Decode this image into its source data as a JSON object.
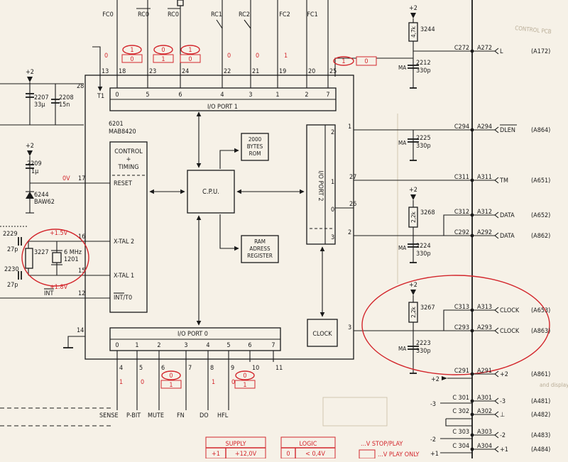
{
  "top_signals": [
    "FC0",
    "RC0",
    "RC0",
    "RC1",
    "RC2",
    "FC2",
    "FC1"
  ],
  "top_pins": [
    "13",
    "18",
    "23",
    "24",
    "22",
    "21",
    "19",
    "20",
    "25"
  ],
  "port1_bits": [
    "0",
    "5",
    "6",
    "4",
    "3",
    "1",
    "2",
    "7"
  ],
  "port1_label": "I/O PORT 1",
  "port0_label": "I/O PORT 0",
  "port0_bits": [
    "0",
    "1",
    "2",
    "3",
    "4",
    "5",
    "6",
    "7"
  ],
  "port0_pins": [
    "4",
    "5",
    "6",
    "7",
    "8",
    "9",
    "10",
    "11"
  ],
  "port2_label": "I/O PORT 2",
  "port2_bits": [
    "2",
    "1",
    "0",
    "3"
  ],
  "port2_pins": [
    "1",
    "27",
    "26",
    "2"
  ],
  "ic": {
    "ref": "6201",
    "part": "MAB8420",
    "pin_28": "28",
    "pin_t1": "T1",
    "pin_14": "14",
    "pin_3": "3"
  },
  "control": {
    "title_1": "CONTROL",
    "title_2": "+",
    "title_3": "TIMING",
    "reset": "RESET",
    "xtal2": "X-TAL 2",
    "xtal1": "X-TAL 1",
    "int": "INT/T0",
    "pin_17": "17",
    "pin_16": "16",
    "pin_15": "15",
    "pin_12": "12"
  },
  "blocks": {
    "cpu": "C.P.U.",
    "rom_1": "2000",
    "rom_2": "BYTES",
    "rom_3": "ROM",
    "ram_1": "RAM",
    "ram_2": "ADRESS",
    "ram_3": "REGISTER",
    "clock": "CLOCK"
  },
  "left_parts": {
    "c2207": "2207",
    "c2207v": "33µ",
    "c2208": "2208",
    "c2208v": "15n",
    "c2209": "2209",
    "c2209v": "1µ",
    "d6244": "6244",
    "d6244v": "BAW62",
    "c2229": "2229",
    "c2229v": "27p",
    "c2230": "2230",
    "c2230v": "27p",
    "r3227": "3227",
    "x1201": "1201",
    "x1201v": "6 MHz",
    "int": "INT",
    "v_plus2a": "+2",
    "v_plus2b": "+2",
    "v_0v": "0V",
    "v_15": "+1.5V",
    "v_18": "+1.8V"
  },
  "right_parts": {
    "r3244": "3244",
    "r3244v": "4,7k",
    "c2212": "2212",
    "c2212v": "330p",
    "c2225": "2225",
    "c2225v": "330p",
    "r3268": "3268",
    "r3268v": "2,2k",
    "c2224": "2224",
    "c2224v": "330p",
    "r3267": "3267",
    "r3267v": "2,2k",
    "c2223": "2223",
    "c2223v": "330p",
    "plus2": "+2",
    "ma": "MA"
  },
  "connectors": [
    {
      "c": "C272",
      "a": "A272",
      "sig": "L",
      "ref": "(A172)"
    },
    {
      "c": "C294",
      "a": "A294",
      "sig": "DLEN",
      "ref": "(A864)"
    },
    {
      "c": "C311",
      "a": "A311",
      "sig": "TM",
      "ref": "(A651)"
    },
    {
      "c": "C312",
      "a": "A312",
      "sig": "DATA",
      "ref": "(A652)"
    },
    {
      "c": "C292",
      "a": "A292",
      "sig": "DATA",
      "ref": "(A862)"
    },
    {
      "c": "C313",
      "a": "A313",
      "sig": "CLOCK",
      "ref": "(A653)"
    },
    {
      "c": "C293",
      "a": "A293",
      "sig": "CLOCK",
      "ref": "(A863)"
    },
    {
      "c": "C291",
      "a": "A291",
      "sig": "+2",
      "ref": "(A861)"
    },
    {
      "c": "C 301",
      "a": "A301",
      "sig": "-3",
      "ref": "(A481)"
    },
    {
      "c": "C 302",
      "a": "A302",
      "sig": "⊥",
      "ref": "(A482)"
    },
    {
      "c": "C 303",
      "a": "A303",
      "sig": "-2",
      "ref": "(A483)"
    },
    {
      "c": "C 304",
      "a": "A304",
      "sig": "+1",
      "ref": "(A484)"
    }
  ],
  "rail_left": {
    "plus2": "+2",
    "minus3": "-3",
    "minus2": "-2",
    "plus1": "+1"
  },
  "bottom_labels": [
    "SENSE",
    "P-BIT",
    "MUTE",
    "FN",
    "DO",
    "HFL"
  ],
  "logic_levels": {
    "top": [
      [
        "1",
        "0"
      ],
      [
        "0",
        "1"
      ],
      [
        "1",
        "0"
      ]
    ],
    "top_single": [
      "0",
      "0",
      "0",
      "1"
    ],
    "rport": [
      "1",
      "0"
    ],
    "bot_single": [
      "1",
      "0",
      "1",
      "0"
    ],
    "bot_pairs": [
      [
        "0",
        "1"
      ],
      [
        "0",
        "1"
      ]
    ]
  },
  "legend": {
    "supply": "SUPPLY",
    "logic": "LOGIC",
    "supply_row": [
      "+1",
      "+12,0V"
    ],
    "logic_row": [
      "0",
      "< 0,4V"
    ],
    "stop": "...V  STOP/PLAY",
    "play": "...V  PLAY ONLY"
  },
  "bg_text": {
    "pcb": "CONTROL PCB",
    "disp": "and display"
  }
}
